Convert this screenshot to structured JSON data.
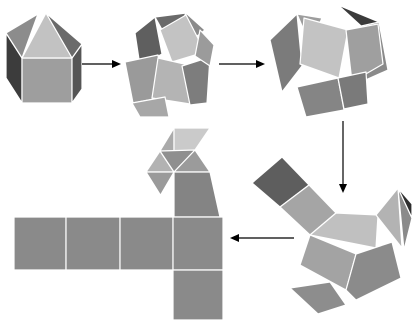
{
  "colors": {
    "background": "#ffffff",
    "face_light": "#c0c0c0",
    "face_mid": "#9e9e9e",
    "face_dark": "#8a8a8a",
    "face_darker": "#707070",
    "face_darkest": "#3a3a3a",
    "face_edge": "#ffffff",
    "arrow": "#000000"
  },
  "stages": [
    {
      "id": "folded-solid"
    },
    {
      "id": "partially-unfolded"
    },
    {
      "id": "opened-ring"
    },
    {
      "id": "curved-strip"
    },
    {
      "id": "flat-net"
    }
  ]
}
